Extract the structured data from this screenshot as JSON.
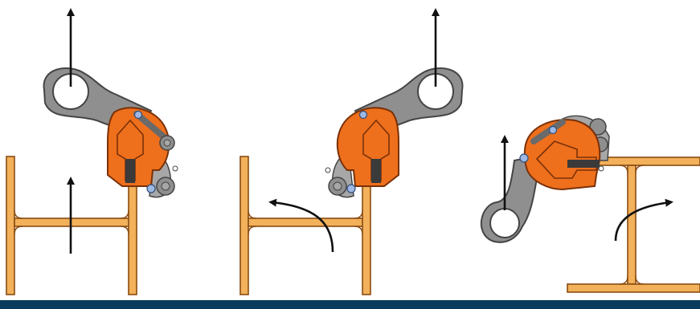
{
  "figure": {
    "panels": [
      {
        "id": "panel-1",
        "description_shown": ""
      },
      {
        "id": "panel-2",
        "description_shown": ""
      },
      {
        "id": "panel-3",
        "description_shown": ""
      }
    ]
  },
  "colors": {
    "beam_fill": "#f2b15a",
    "beam_stroke": "#8a4b12",
    "clamp_body": "#ee6f1c",
    "clamp_body_stroke": "#7a3108",
    "clamp_dark": "#b8500e",
    "shackle_fill": "#8f8f8f",
    "shackle_stroke": "#454545",
    "hardware": "#a7a7a7",
    "pin_blue": "#9fb7e3",
    "arrow": "#111111",
    "footer_bar": "#0b3b5c"
  }
}
